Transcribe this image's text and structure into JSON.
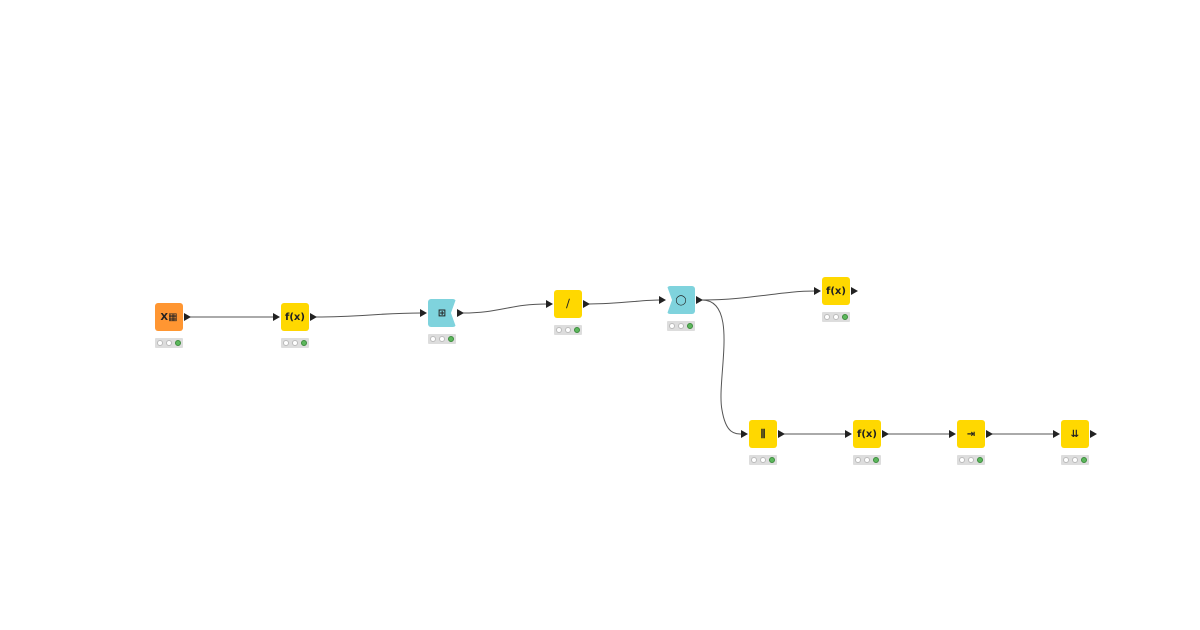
{
  "workflow": {
    "nodes": [
      {
        "id": "n1",
        "icon": "excel-reader-icon",
        "glyph": "X▦",
        "color": "#ff9632",
        "status": "executed"
      },
      {
        "id": "n2",
        "icon": "math-formula-icon",
        "glyph": "f(x)",
        "color": "#ffd800",
        "status": "executed"
      },
      {
        "id": "n3",
        "icon": "loop-start-icon",
        "glyph": "⊞",
        "color": "#7fd3dd",
        "status": "executed"
      },
      {
        "id": "n4",
        "icon": "column-filter-icon",
        "glyph": "⧸",
        "color": "#ffd800",
        "status": "executed"
      },
      {
        "id": "n5",
        "icon": "loop-end-icon",
        "glyph": "◯",
        "color": "#7fd3dd",
        "status": "executed"
      },
      {
        "id": "n6",
        "icon": "math-formula-icon",
        "glyph": "f(x)",
        "color": "#ffd800",
        "status": "executed"
      },
      {
        "id": "n7",
        "icon": "column-appender-icon",
        "glyph": "⫼",
        "color": "#ffd800",
        "status": "executed"
      },
      {
        "id": "n8",
        "icon": "math-formula-icon",
        "glyph": "f(x)",
        "color": "#ffd800",
        "status": "executed"
      },
      {
        "id": "n9",
        "icon": "column-resorter-icon",
        "glyph": "⇥",
        "color": "#ffd800",
        "status": "executed"
      },
      {
        "id": "n10",
        "icon": "sorter-icon",
        "glyph": "⇊",
        "color": "#ffd800",
        "status": "executed"
      }
    ],
    "status_colors": {
      "executed": "#5cb85c",
      "idle": "#ffffff"
    }
  }
}
